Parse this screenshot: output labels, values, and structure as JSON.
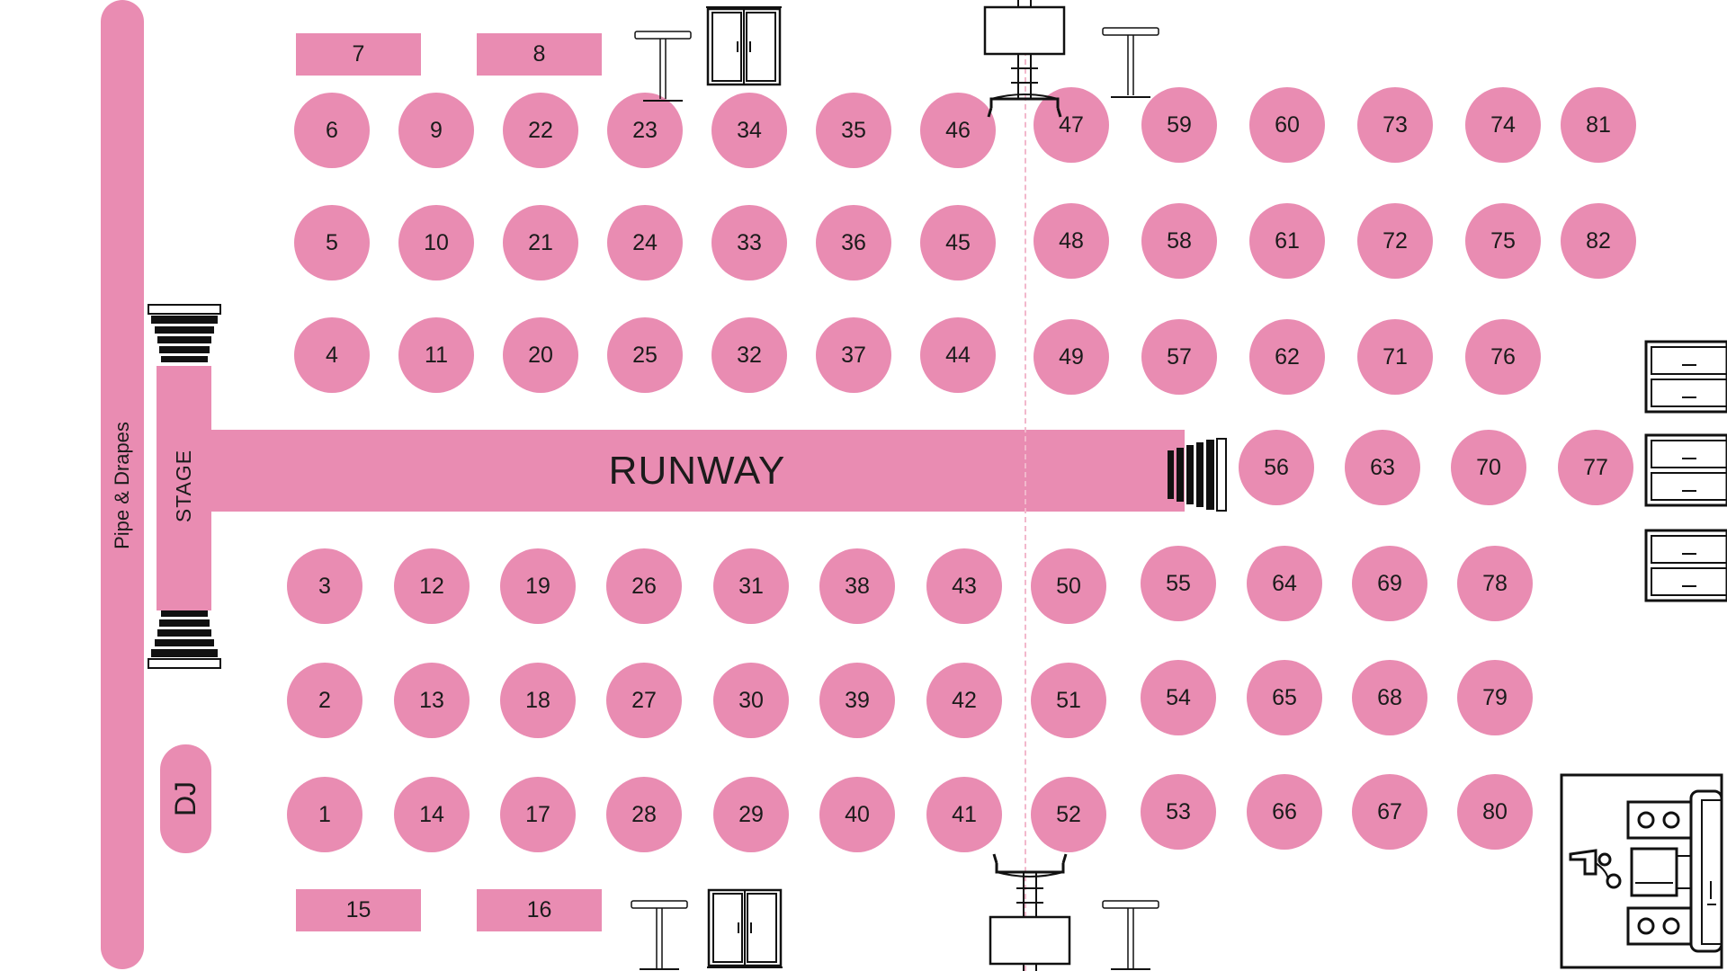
{
  "colors": {
    "pink": "#e98cb2",
    "ink": "#111111",
    "guide": "#f2b8cc"
  },
  "labels": {
    "pipe_drapes": "Pipe & Drapes",
    "stage": "STAGE",
    "runway": "RUNWAY",
    "dj": "DJ"
  },
  "rect_tables": [
    "7",
    "8",
    "15",
    "16"
  ],
  "round_tables": {
    "rows": [
      [
        "6",
        "9",
        "22",
        "23",
        "34",
        "35",
        "46",
        "47",
        "59",
        "60",
        "73",
        "74",
        "81"
      ],
      [
        "5",
        "10",
        "21",
        "24",
        "33",
        "36",
        "45",
        "48",
        "58",
        "61",
        "72",
        "75",
        "82"
      ],
      [
        "4",
        "11",
        "20",
        "25",
        "32",
        "37",
        "44",
        "49",
        "57",
        "62",
        "71",
        "76"
      ],
      [
        "56",
        "63",
        "70",
        "77"
      ],
      [
        "3",
        "12",
        "19",
        "26",
        "31",
        "38",
        "43",
        "50",
        "55",
        "64",
        "69",
        "78"
      ],
      [
        "2",
        "13",
        "18",
        "27",
        "30",
        "39",
        "42",
        "51",
        "54",
        "65",
        "68",
        "79"
      ],
      [
        "1",
        "14",
        "17",
        "28",
        "29",
        "40",
        "41",
        "52",
        "53",
        "66",
        "67",
        "80"
      ]
    ]
  },
  "fixtures": {
    "staircases": [
      "stairs-icon",
      "stairs-icon",
      "stairs-icon"
    ],
    "cocktail_tables": [
      "cocktail-table-icon",
      "cocktail-table-icon",
      "cocktail-table-icon",
      "cocktail-table-icon"
    ],
    "doors": [
      "double-door-icon",
      "double-door-icon"
    ],
    "camera_tripods": [
      "camera-tripod-icon",
      "camera-tripod-icon"
    ],
    "dressers": [
      "dresser-icon",
      "dresser-icon",
      "dresser-icon"
    ],
    "dj_console": "dj-console-icon"
  }
}
